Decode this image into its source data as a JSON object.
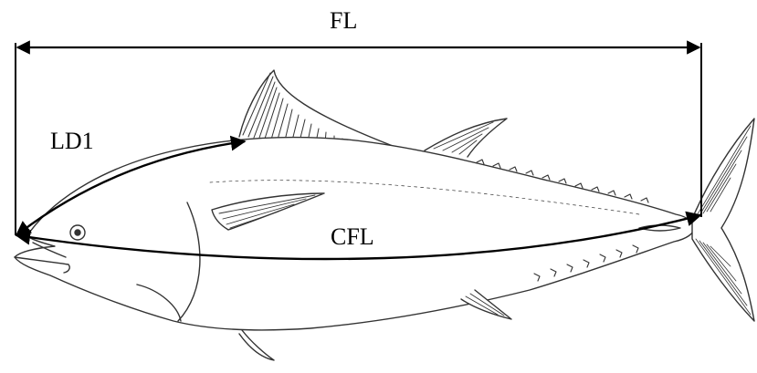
{
  "diagram": {
    "labels": {
      "fl": "FL",
      "ld1": "LD1",
      "cfl": "CFL"
    },
    "colors": {
      "ink": "#000000",
      "fish_line": "#333333",
      "background": "#ffffff"
    }
  }
}
